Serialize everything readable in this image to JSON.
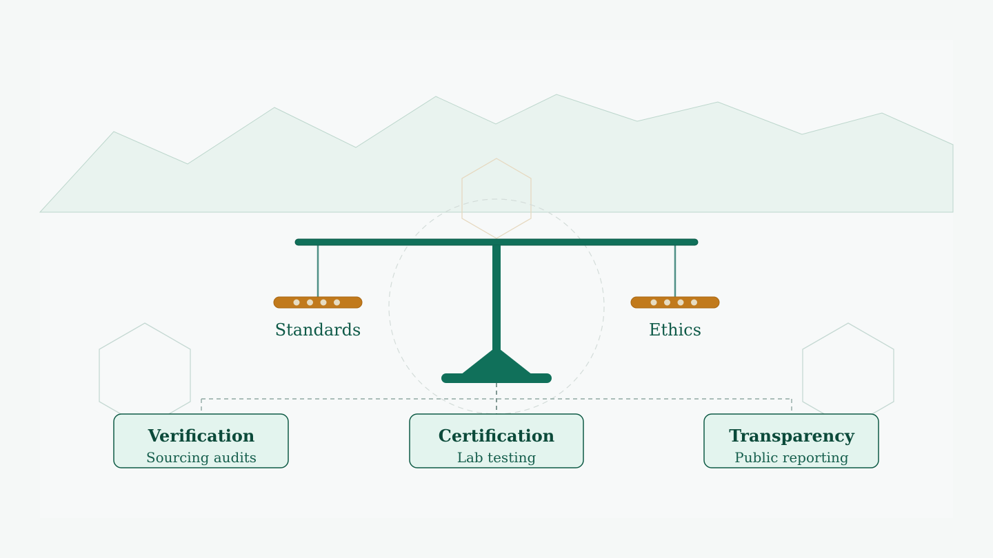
{
  "scale": {
    "left_label": "Standards",
    "right_label": "Ethics"
  },
  "pillars": [
    {
      "title": "Verification",
      "subtitle": "Sourcing audits"
    },
    {
      "title": "Certification",
      "subtitle": "Lab testing"
    },
    {
      "title": "Transparency",
      "subtitle": "Public reporting"
    }
  ],
  "colors": {
    "primary": "#10705a",
    "pan": "#c17a1c",
    "box_fill": "#e3f4ee",
    "box_stroke": "#0e5a45"
  }
}
